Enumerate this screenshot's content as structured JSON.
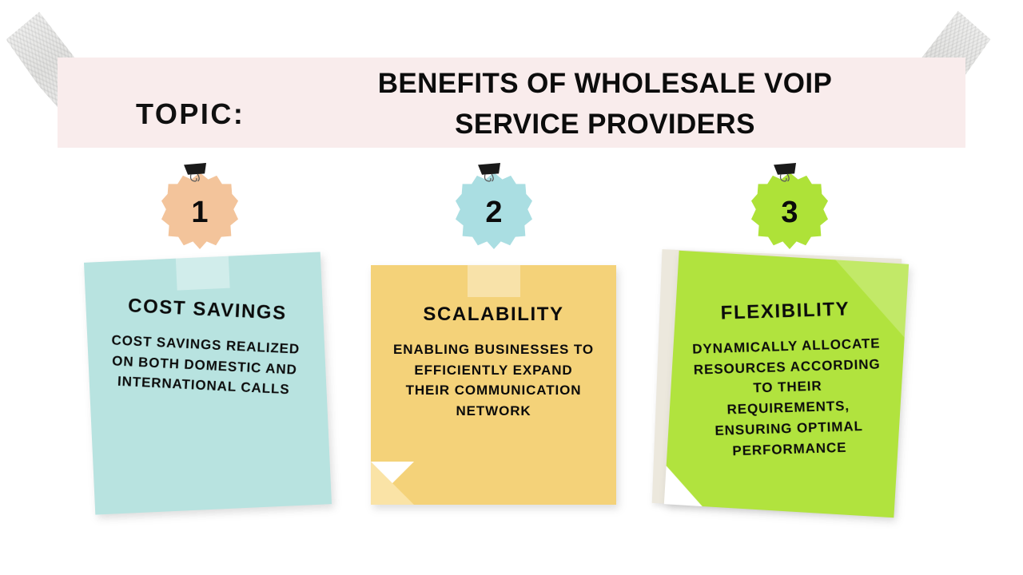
{
  "slide": {
    "background_color": "#ffffff",
    "banner": {
      "background_color": "#f9ecec",
      "topic_label": "TOPIC:",
      "title_line_1": "BENEFITS OF WHOLESALE VOIP",
      "title_line_2": "SERVICE PROVIDERS",
      "tape_left_icon": "washi-tape-icon",
      "tape_right_icon": "washi-tape-icon",
      "tape_color": "#e6e6e4"
    },
    "badges": [
      {
        "number": "1",
        "color": "#f3c49b",
        "clip_icon": "binder-clip-icon",
        "clip_color": "#1a1a1a"
      },
      {
        "number": "2",
        "color": "#aadee2",
        "clip_icon": "binder-clip-icon",
        "clip_color": "#1a1a1a"
      },
      {
        "number": "3",
        "color": "#aee238",
        "clip_icon": "binder-clip-icon",
        "clip_color": "#1a1a1a"
      }
    ],
    "cards": [
      {
        "heading": "COST SAVINGS",
        "body": "COST SAVINGS REALIZED ON BOTH DOMESTIC AND INTERNATIONAL CALLS",
        "color": "#b8e3e0"
      },
      {
        "heading": "SCALABILITY",
        "body": "ENABLING BUSINESSES TO EFFICIENTLY EXPAND THEIR COMMUNICATION NETWORK",
        "color": "#f4d279"
      },
      {
        "heading": "FLEXIBILITY",
        "body": "DYNAMICALLY ALLOCATE RESOURCES ACCORDING TO THEIR REQUIREMENTS, ENSURING OPTIMAL PERFORMANCE",
        "color": "#b1e33e",
        "backing_color": "#ece8dd"
      }
    ]
  }
}
